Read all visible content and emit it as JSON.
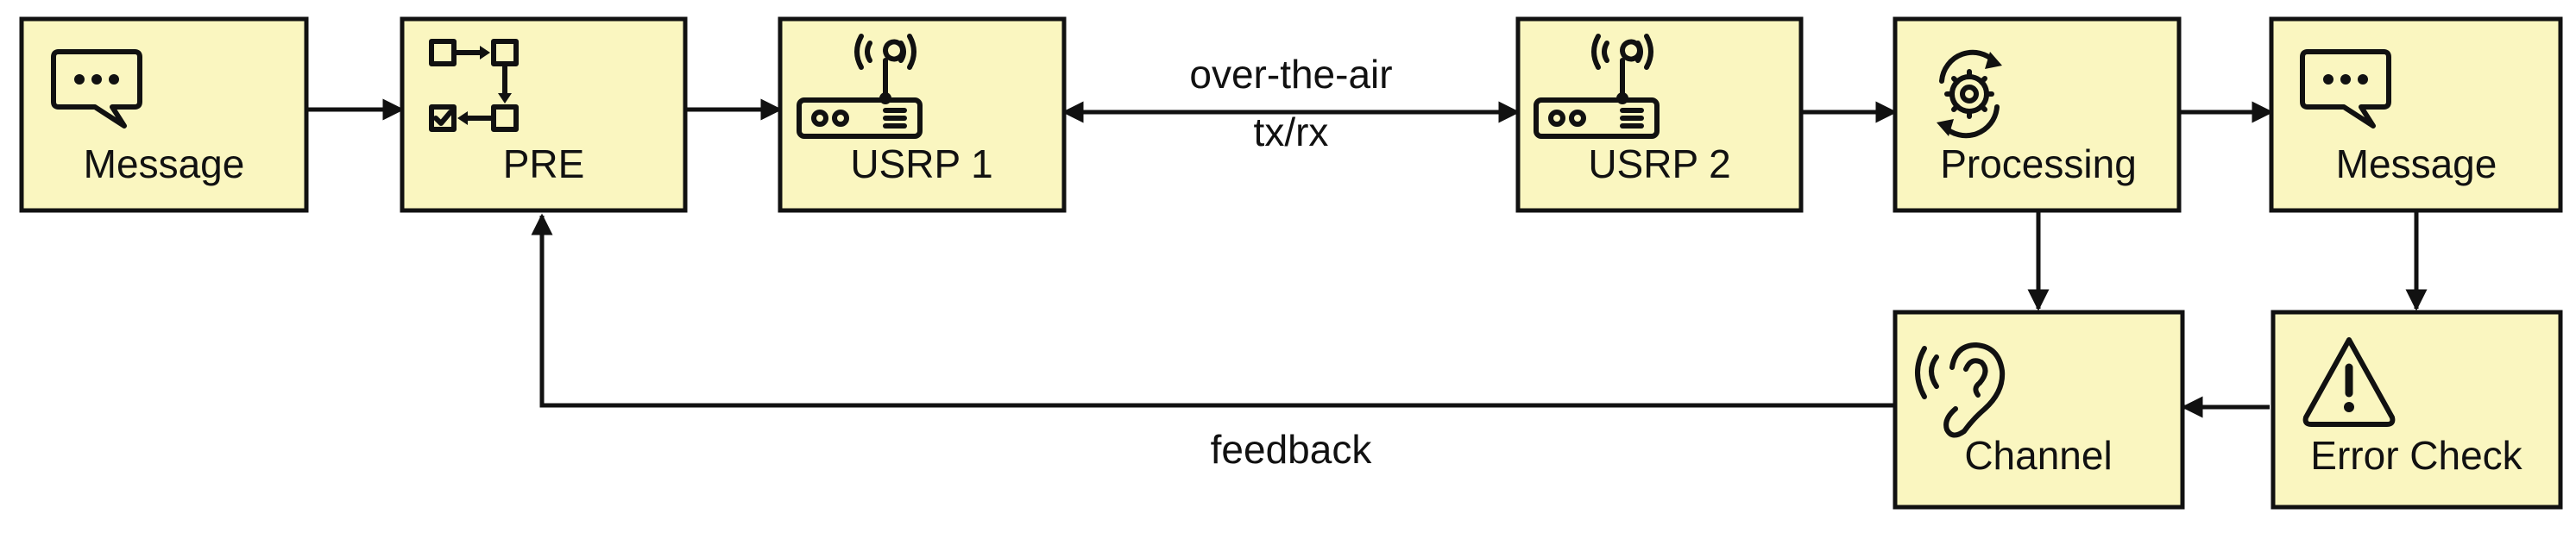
{
  "nodes": {
    "message_in": {
      "label": "Message",
      "icon": "chat-bubble-icon"
    },
    "pre": {
      "label": "PRE",
      "icon": "workflow-icon"
    },
    "usrp1": {
      "label": "USRP 1",
      "icon": "router-icon"
    },
    "usrp2": {
      "label": "USRP 2",
      "icon": "router-icon"
    },
    "processing": {
      "label": "Processing",
      "icon": "gear-cycle-icon"
    },
    "message_out": {
      "label": "Message",
      "icon": "chat-bubble-icon"
    },
    "channel": {
      "label": "Channel",
      "icon": "ear-listening-icon"
    },
    "error_check": {
      "label": "Error Check",
      "icon": "warning-triangle-icon"
    }
  },
  "edges": {
    "air_label_line1": "over-the-air",
    "air_label_line2": "tx/rx",
    "feedback_label": "feedback"
  },
  "colors": {
    "box_fill": "#FAF6C0",
    "stroke": "#111111",
    "background": "#FFFFFF"
  }
}
